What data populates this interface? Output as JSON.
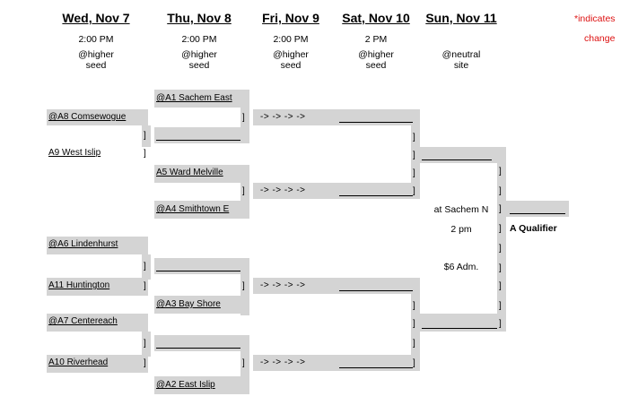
{
  "headers": {
    "day1": "Wed, Nov 7",
    "day2": "Thu, Nov 8",
    "day3": "Fri, Nov 9",
    "day4": "Sat, Nov 10",
    "day5": "Sun, Nov 11"
  },
  "times": {
    "day1": "2:00 PM",
    "day2": "2:00 PM",
    "day3": "2:00 PM",
    "day4": "2 PM"
  },
  "site_l1": {
    "day1": "@higher",
    "day2": "@higher",
    "day3": "@higher",
    "day4": "@higher",
    "day5": "@neutral"
  },
  "site_l2": {
    "day1": "seed",
    "day2": "seed",
    "day3": "seed",
    "day4": "seed",
    "day5": "site"
  },
  "note": {
    "line1": "*indicates",
    "line2": "change"
  },
  "round1": {
    "t1": "@A8 Comsewogue",
    "t2": "A9  West Islip",
    "t3": "@A6  Lindenhurst",
    "t4": "A11 Huntington",
    "t5": "@A7 Centereach",
    "t6": "A10 Riverhead"
  },
  "round2": {
    "s1": "@A1 Sachem East",
    "s2": "A5 Ward Melville",
    "s3": "@A4 Smithtown E",
    "s4": "@A3  Bay Shore",
    "s5": "@A2 East Islip"
  },
  "arrows": "-> -> -> ->",
  "bracket_char": "]",
  "final": {
    "venue": "at Sachem N",
    "time": "2 pm",
    "admission": "$6 Adm.",
    "qualifier": "A Qualifier"
  }
}
